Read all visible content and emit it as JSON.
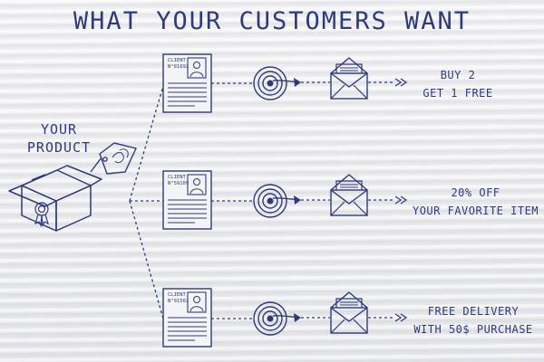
{
  "title": "WHAT YOUR CUSTOMERS WANT",
  "product": {
    "line1": "YOUR",
    "line2": "PRODUCT"
  },
  "rows": [
    {
      "client_label": "CLIENT",
      "client_number": "N°81692",
      "offer_line1": "BUY 2",
      "offer_line2": "GET 1 FREE"
    },
    {
      "client_label": "CLIENT",
      "client_number": "N°59109",
      "offer_line1": "20% OFF",
      "offer_line2": "YOUR FAVORITE ITEM"
    },
    {
      "client_label": "CLIENT",
      "client_number": "N°91502",
      "offer_line1": "FREE DELIVERY",
      "offer_line2": "WITH 50$ PURCHASE"
    }
  ],
  "colors": {
    "ink": "#2e3a7a",
    "paper": "#ecedf0"
  },
  "icons": [
    "open-box-icon",
    "price-tag-icon",
    "award-ribbon-icon",
    "client-profile-card-icon",
    "target-with-arrow-icon",
    "open-envelope-icon",
    "double-arrow-icon"
  ]
}
